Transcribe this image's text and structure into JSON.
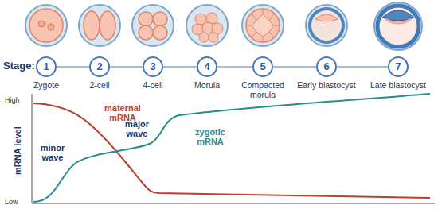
{
  "diagram": {
    "nodes": [
      {
        "text": [
          "1",
          "Zygote"
        ]
      },
      {
        "text": [
          "2",
          "2-cell"
        ]
      },
      {
        "text": [
          "3",
          "4-cell"
        ]
      },
      {
        "text": [
          "4",
          "Morula"
        ]
      },
      {
        "text": [
          "5",
          "Compacted morula"
        ]
      },
      {
        "text": [
          "6",
          "Early blastocyst"
        ]
      },
      {
        "text": [
          "7",
          "Late blastocyst"
        ]
      }
    ],
    "edges": [
      {
        "from": 0,
        "to": 1,
        "arrow": "none"
      },
      {
        "from": 1,
        "to": 2,
        "arrow": "none"
      },
      {
        "from": 2,
        "to": 3,
        "arrow": "none"
      },
      {
        "from": 3,
        "to": 4,
        "arrow": "none"
      },
      {
        "from": 4,
        "to": 5,
        "arrow": "none"
      },
      {
        "from": 5,
        "to": 6,
        "arrow": "none"
      }
    ],
    "labels": [
      "Stage:",
      "High",
      "Low",
      "mRNA level",
      "maternal mRNA",
      "minor wave",
      "major wave",
      "zygotic mRNA"
    ]
  }
}
